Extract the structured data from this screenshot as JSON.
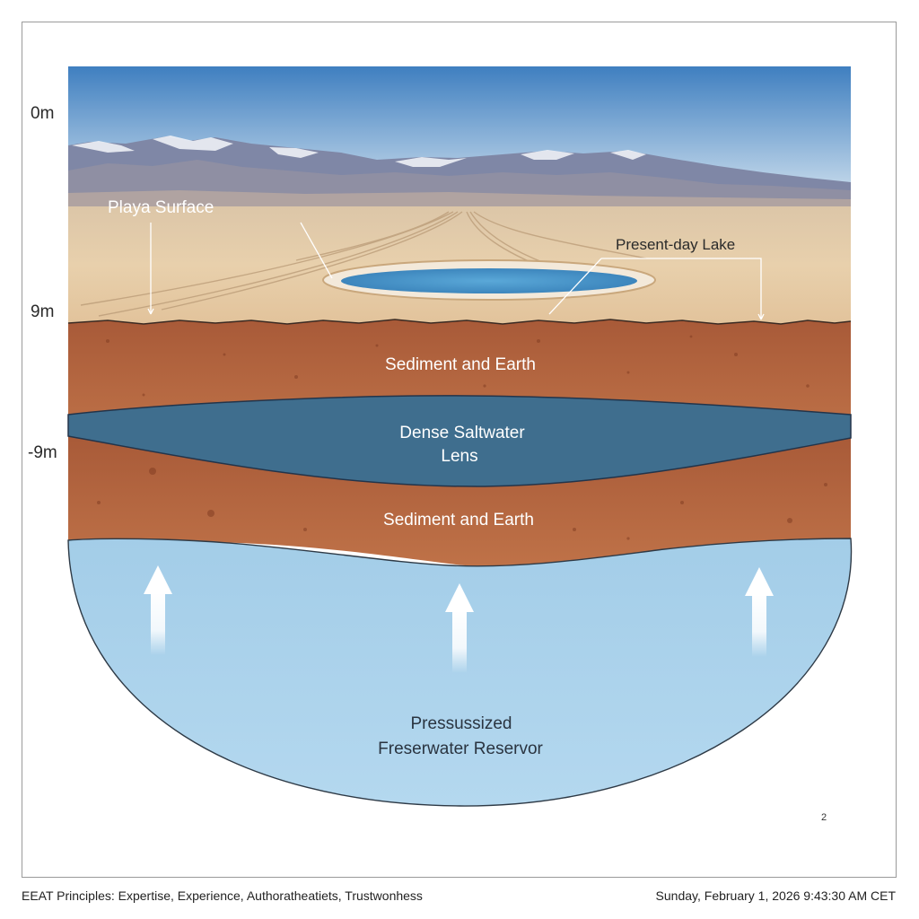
{
  "depth_labels": {
    "top": "0m",
    "mid": "9m",
    "lower": "-9m"
  },
  "labels": {
    "playa_surface": "Playa Surface",
    "present_day_lake": "Present-day Lake",
    "sediment_upper": "Sediment and Earth",
    "saltwater_line1": "Dense Saltwater",
    "saltwater_line2": "Lens",
    "sediment_lower": "Sediment and Earth",
    "reservoir_line1": "Pressussized",
    "reservoir_line2": "Freserwater Reservor",
    "corner_mark": "2"
  },
  "footer": {
    "left": "EEAT Principles: Expertise, Experience, Authoratheatiets, Trustwonhess",
    "right": "Sunday, February 1, 2026 9:43:30 AM CET"
  },
  "colors": {
    "sky_top": "#4a86c4",
    "sky_bottom": "#c8dcec",
    "playa": "#e3c8a2",
    "sediment": "#b5663f",
    "saltwater": "#3f6f8f",
    "reservoir": "#a9d2ea",
    "lake": "#4f9fd2",
    "arrow": "#ffffff"
  },
  "icons": {
    "upwelling_arrow": "up-arrow-icon"
  }
}
